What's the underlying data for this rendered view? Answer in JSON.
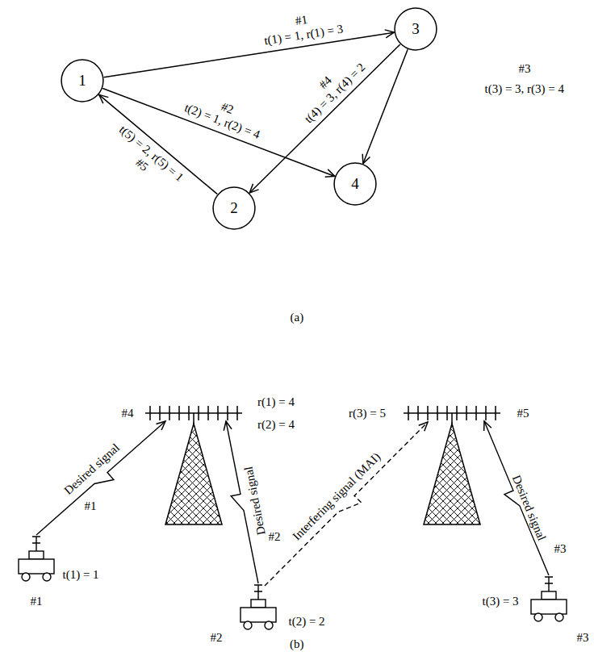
{
  "diagram": {
    "nodes": [
      {
        "text": [
          "1"
        ]
      },
      {
        "text": [
          "3"
        ]
      },
      {
        "text": [
          "4"
        ]
      },
      {
        "text": [
          "2"
        ]
      }
    ],
    "edges": [
      {
        "from": 0,
        "to": 1,
        "arrow": "to",
        "label": "t(1) = 1, r(1) = 3"
      },
      {
        "from": 0,
        "to": 2,
        "arrow": "to",
        "label": "t(2) = 1, r(2) = 4"
      },
      {
        "from": 1,
        "to": 2,
        "arrow": "to",
        "label": "t(3) = 3, r(3) = 4"
      },
      {
        "from": 1,
        "to": 3,
        "arrow": "to",
        "label": "t(4) = 3, r(4) = 2"
      },
      {
        "from": 3,
        "to": 0,
        "arrow": "to",
        "label": "t(5) = 2, r(5) = 1"
      }
    ],
    "labels": [
      "#1",
      "#2",
      "#3",
      "#4",
      "#5",
      "(a)",
      "#4",
      "r(1) = 4",
      "r(2) = 4",
      "r(3) = 5",
      "#5",
      "Desired signal",
      "#1",
      "t(1) = 1",
      "#1",
      "Desired signal",
      "#2",
      "Interfering signal (MAI)",
      "t(2) = 2",
      "#2",
      "Desired signal",
      "#3",
      "t(3) = 3",
      "#3",
      "(b)"
    ]
  }
}
